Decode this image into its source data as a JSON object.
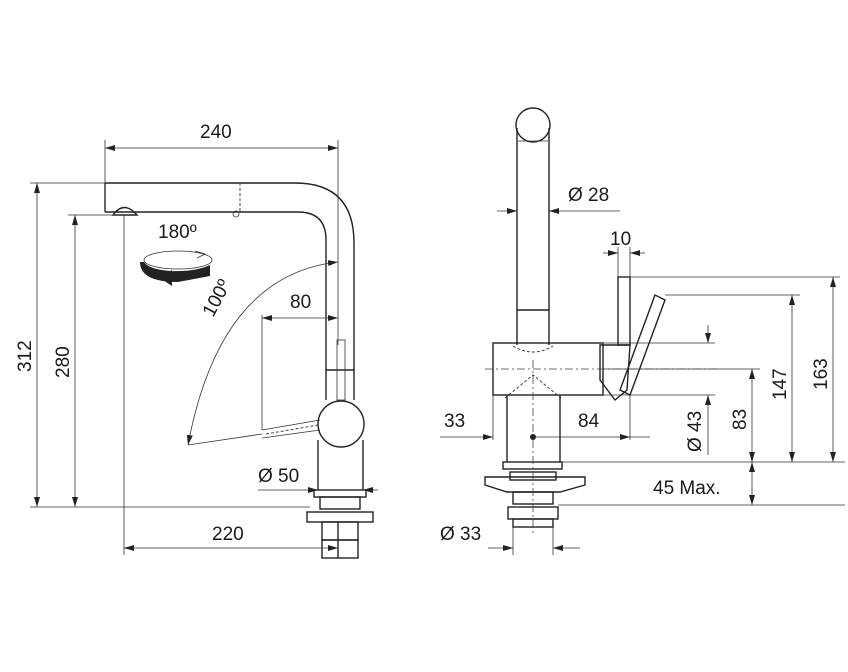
{
  "side_view": {
    "width_spout": "240",
    "swivel_angle": "180º",
    "lever_angle": "100º",
    "lever_reach": "80",
    "total_height": "312",
    "spout_height": "280",
    "base_diameter": "Ø 50",
    "spout_reach": "220"
  },
  "front_view": {
    "spout_diameter": "Ø 28",
    "lever_diameter": "10",
    "left_offset": "33",
    "right_offset": "84",
    "body_diameter": "Ø 43",
    "body_height": "83",
    "lever_tip_height": "147",
    "lever_top_height": "163",
    "max_deck_thickness": "45 Max.",
    "hole_diameter": "Ø 33"
  }
}
